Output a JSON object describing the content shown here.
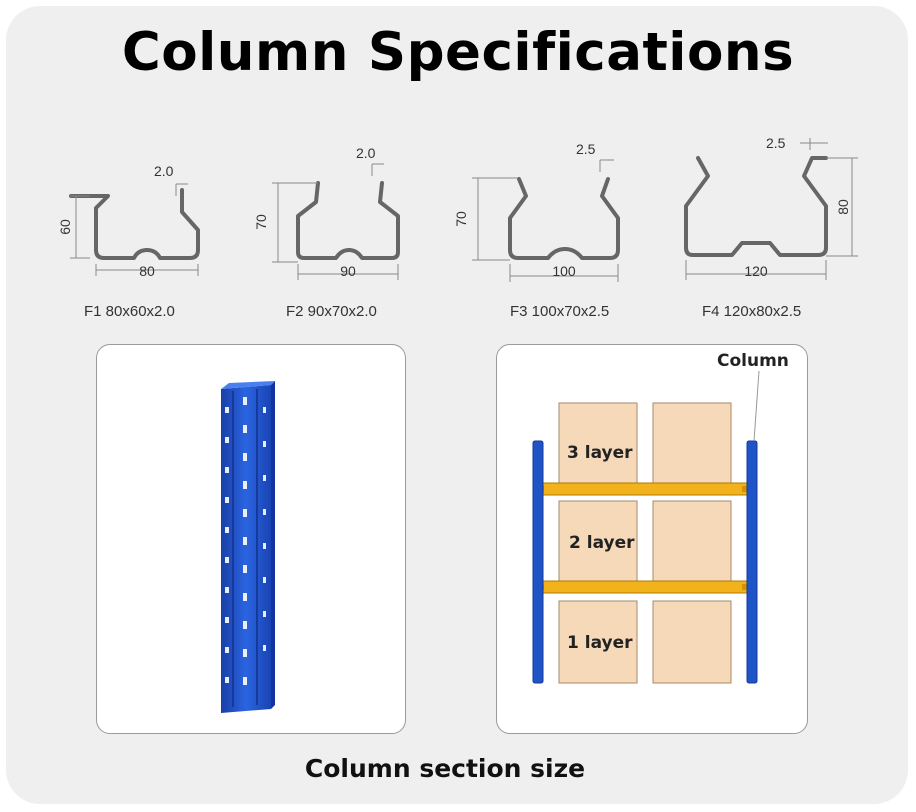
{
  "title": "Column Specifications",
  "footer": "Column section size",
  "profiles": [
    {
      "thickness": "2.0",
      "height": "60",
      "width": "80",
      "caption": "F1 80x60x2.0"
    },
    {
      "thickness": "2.0",
      "height": "70",
      "width": "90",
      "caption": "F2 90x70x2.0"
    },
    {
      "thickness": "2.5",
      "height": "70",
      "width": "100",
      "caption": "F3 100x70x2.5"
    },
    {
      "thickness": "2.5",
      "height": "80",
      "width": "120",
      "caption": "F4 120x80x2.5"
    }
  ],
  "rack": {
    "column_label": "Column",
    "layers": [
      "3 layer",
      "2 layer",
      "1 layer"
    ]
  },
  "colors": {
    "column_blue": "#1f53c8",
    "beam_yellow": "#f2b21b",
    "box_tan": "#f6d9b8"
  }
}
